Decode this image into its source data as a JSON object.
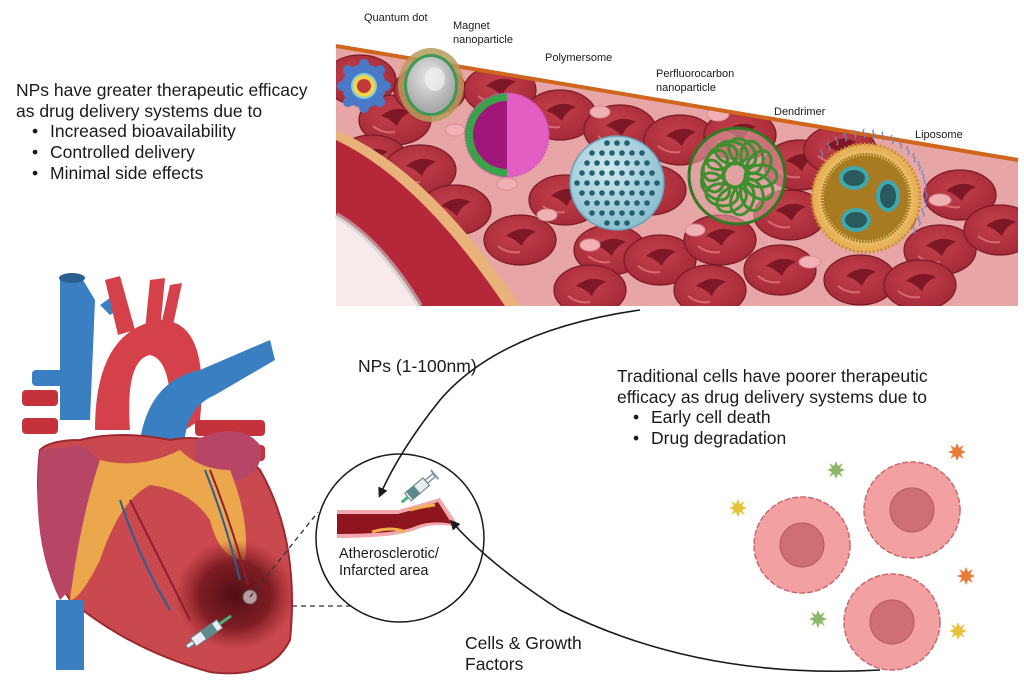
{
  "figure": {
    "title": "Nanoparticles vs traditional cells as cardiac drug delivery systems"
  },
  "np_panel": {
    "intro_line1": "NPs have greater therapeutic efficacy",
    "intro_line2": "as drug delivery systems due to",
    "bullets": [
      "Increased bioavailability",
      "Controlled delivery",
      "Minimal side effects"
    ]
  },
  "nanoparticles": [
    {
      "label_line1": "Quantum dot",
      "label_line2": "",
      "icon": "quantum-dot-icon"
    },
    {
      "label_line1": "Magnet",
      "label_line2": "nanoparticle",
      "icon": "magnet-nanoparticle-icon"
    },
    {
      "label_line1": "Polymersome",
      "label_line2": "",
      "icon": "polymersome-icon"
    },
    {
      "label_line1": "Perfluorocarbon",
      "label_line2": "nanoparticle",
      "icon": "perfluorocarbon-nanoparticle-icon"
    },
    {
      "label_line1": "Dendrimer",
      "label_line2": "",
      "icon": "dendrimer-icon"
    },
    {
      "label_line1": "Liposome",
      "label_line2": "",
      "icon": "liposome-icon"
    }
  ],
  "cells_panel": {
    "intro_line1": "Traditional cells have poorer therapeutic",
    "intro_line2": "efficacy as drug delivery systems due to",
    "bullets": [
      "Early cell death",
      "Drug degradation"
    ]
  },
  "arrows": {
    "np_label": "NPs (1-100nm)",
    "cells_label_line1": "Cells & Growth",
    "cells_label_line2": "Factors"
  },
  "inset": {
    "label_line1": "Atherosclerotic/",
    "label_line2": "Infarcted area"
  },
  "colors": {
    "rbc": "#b8323f",
    "rbc_dark": "#8e1f2c",
    "vessel_wall": "#d9712a",
    "vein_blue": "#3a7fc1",
    "artery_red": "#d4414a",
    "fat_yellow": "#f0b04a",
    "stem_cell": "#f2a0a2",
    "nucleus": "#d06f73"
  }
}
